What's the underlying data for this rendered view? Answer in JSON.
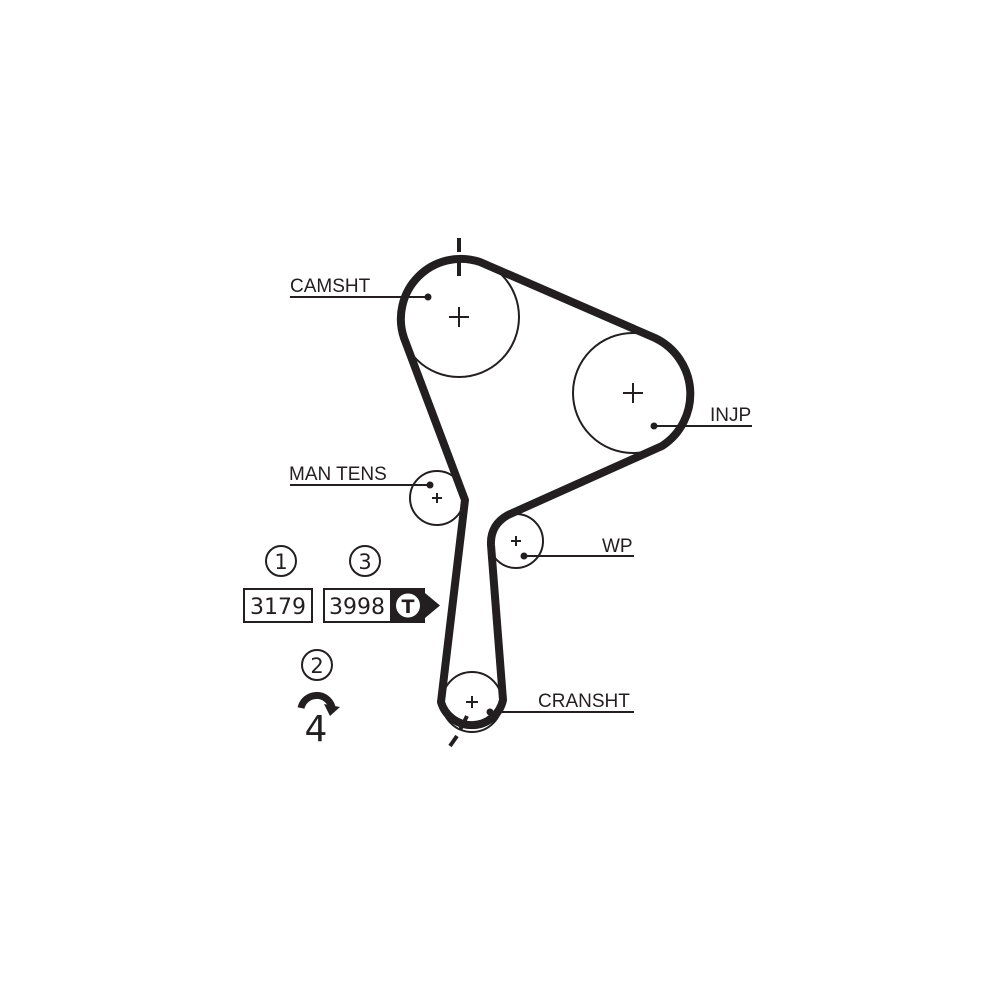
{
  "labels": {
    "camshaft": "CAMSHT",
    "injection_pump": "INJP",
    "manual_tensioner": "MAN TENS",
    "water_pump": "WP",
    "crankshaft": "CRANSHT"
  },
  "legend": {
    "step1": {
      "index": "1",
      "value": "3179"
    },
    "step2": {
      "index": "2",
      "value": "4"
    },
    "step3": {
      "index": "3",
      "value": "3998",
      "tool_glyph": "T"
    }
  },
  "colors": {
    "ink": "#231f20",
    "background": "#ffffff"
  }
}
